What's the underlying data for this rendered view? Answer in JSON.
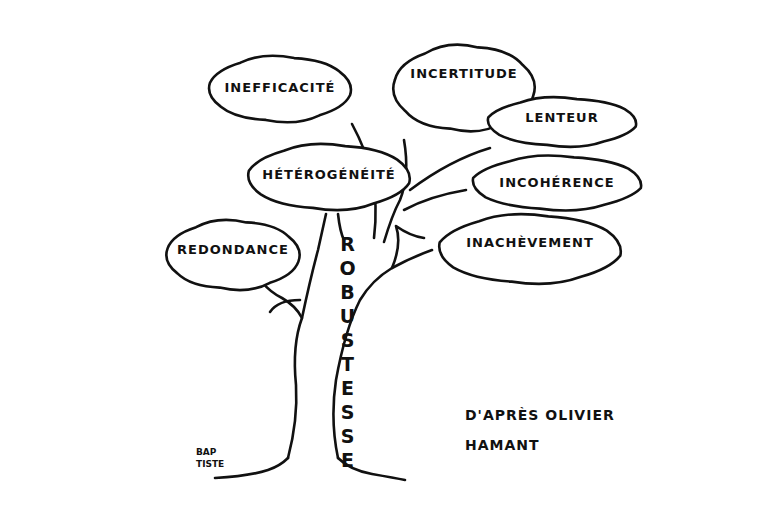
{
  "diagram": {
    "nodes": [
      {
        "text": [
          "INEFFICACITÉ"
        ]
      },
      {
        "text": [
          "INCERTITUDE"
        ]
      },
      {
        "text": [
          "LENTEUR"
        ]
      },
      {
        "text": [
          "HÉTÉROGÉNÉITÉ"
        ]
      },
      {
        "text": [
          "INCOHÉRENCE"
        ]
      },
      {
        "text": [
          "REDONDANCE"
        ]
      },
      {
        "text": [
          "INACHÈVEMENT"
        ]
      }
    ],
    "labels": [
      "ROBUSTESSE",
      "D'APRÈS OLIVIER HAMANT",
      "BAP TISTE"
    ]
  }
}
